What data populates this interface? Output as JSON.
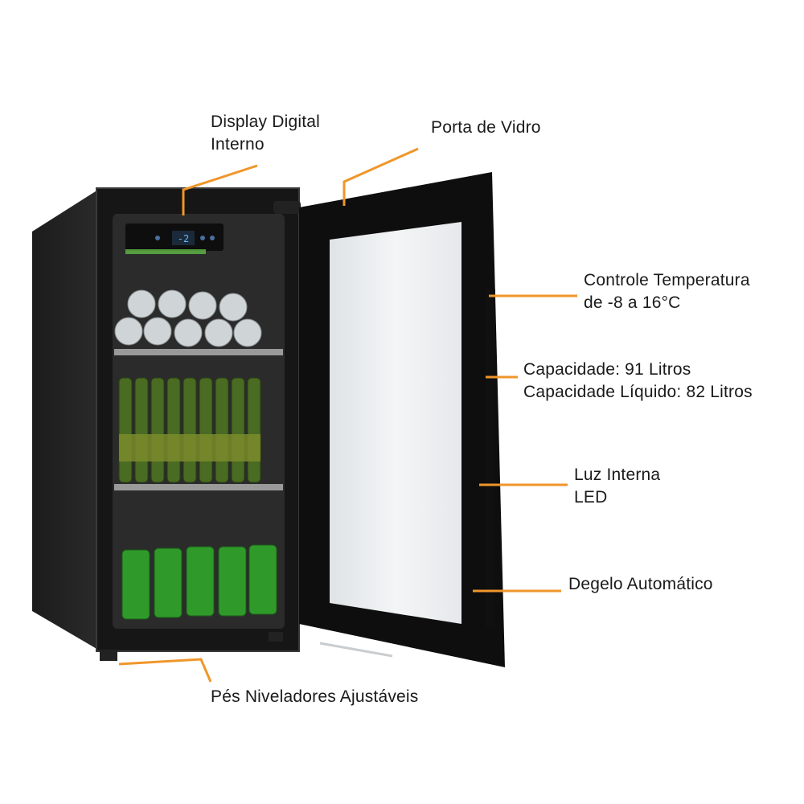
{
  "colors": {
    "leader": "#f0962a",
    "cabinet": "#141414",
    "glass": "#e9ecee",
    "can_silver": "#cfd4d6",
    "bottle_green": "#4a6b22",
    "can_green": "#2f9a2a"
  },
  "display": {
    "readout": "-2"
  },
  "labels": {
    "display": [
      "Display Digital",
      "Interno"
    ],
    "door": [
      "Porta de Vidro"
    ],
    "temperature": [
      "Controle Temperatura",
      "de -8 a 16°C"
    ],
    "capacity": [
      "Capacidade: 91 Litros",
      "Capacidade Líquido:  82 Litros"
    ],
    "light": [
      "Luz Interna",
      "LED"
    ],
    "defrost": [
      "Degelo Automático"
    ],
    "feet": [
      "Pés Niveladores Ajustáveis"
    ]
  }
}
